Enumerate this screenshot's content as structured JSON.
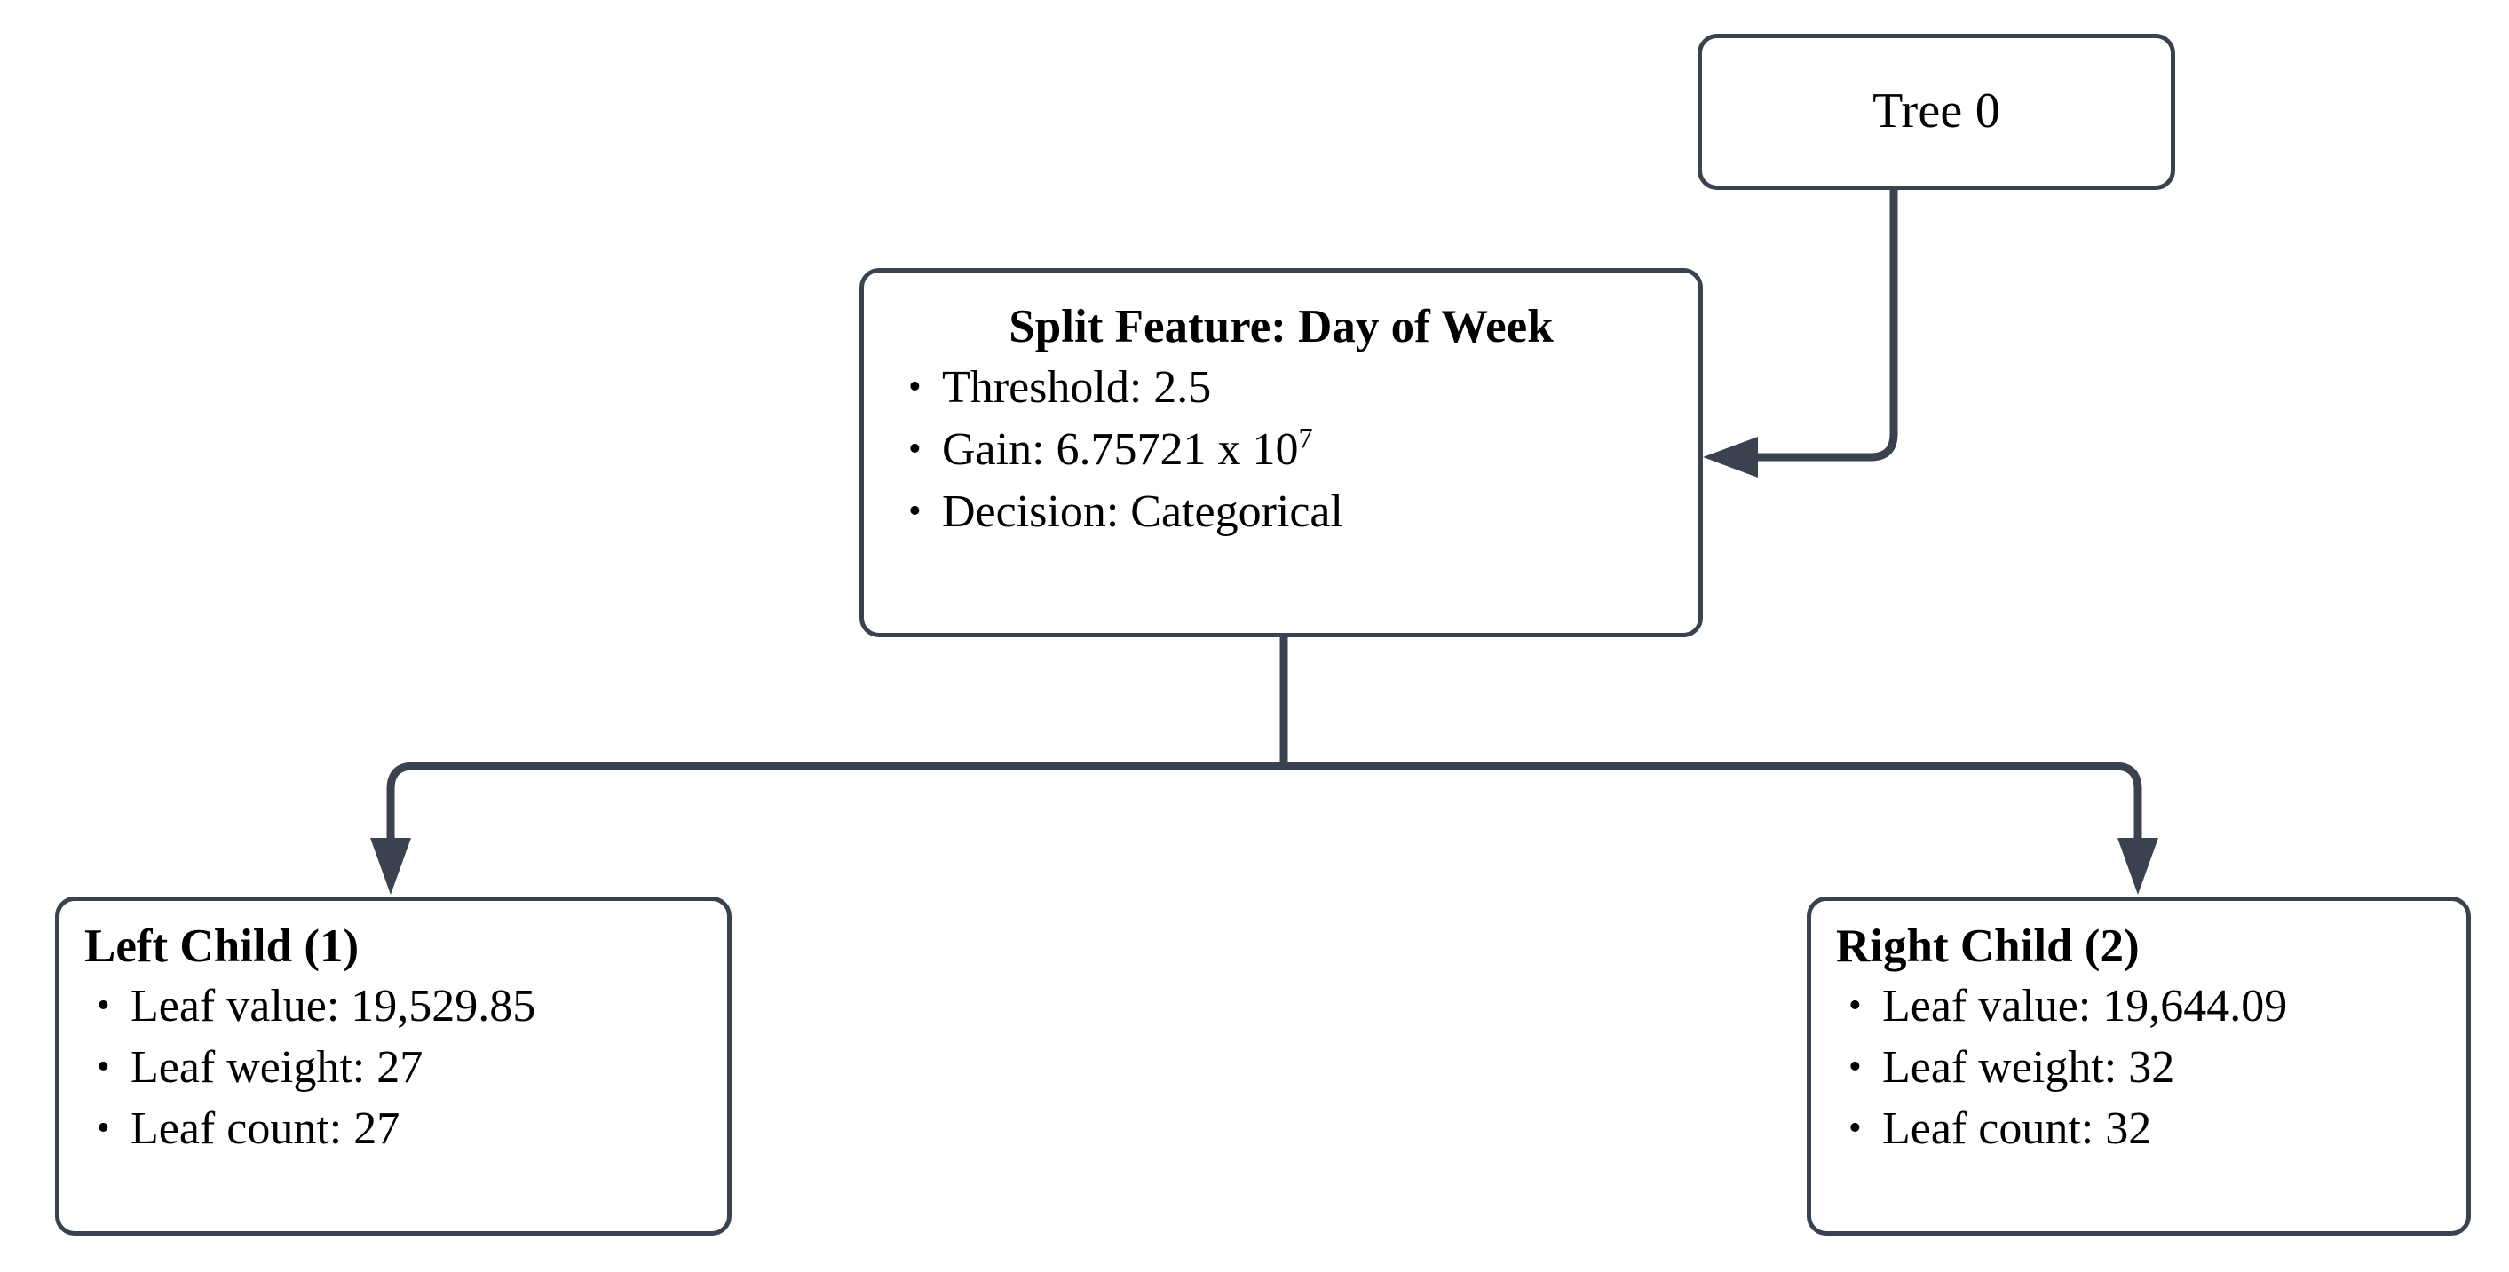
{
  "diagram": {
    "type": "decision-tree",
    "accent_color": "#3a4250",
    "background_color": "#ffffff",
    "text_color": "#000000"
  },
  "root": {
    "label": "Tree 0"
  },
  "split_node": {
    "title": "Split Feature: Day of Week",
    "bullets": [
      {
        "text": "Threshold: 2.5"
      },
      {
        "text_before": "Gain: 6.75721 x 10",
        "superscript": "7"
      },
      {
        "text": "Decision: Categorical"
      }
    ],
    "threshold": 2.5,
    "gain_mantissa": 6.75721,
    "gain_exponent": 7,
    "decision_type": "Categorical"
  },
  "left_child": {
    "title": "Left Child (1)",
    "bullets": [
      {
        "text": "Leaf value: 19,529.85"
      },
      {
        "text": "Leaf weight: 27"
      },
      {
        "text": "Leaf count: 27"
      }
    ],
    "leaf_value": "19,529.85",
    "leaf_weight": "27",
    "leaf_count": "27"
  },
  "right_child": {
    "title": "Right Child (2)",
    "bullets": [
      {
        "text": "Leaf value: 19,644.09"
      },
      {
        "text": "Leaf weight: 32"
      },
      {
        "text": "Leaf count: 32"
      }
    ],
    "leaf_value": "19,644.09",
    "leaf_weight": "32",
    "leaf_count": "32"
  }
}
